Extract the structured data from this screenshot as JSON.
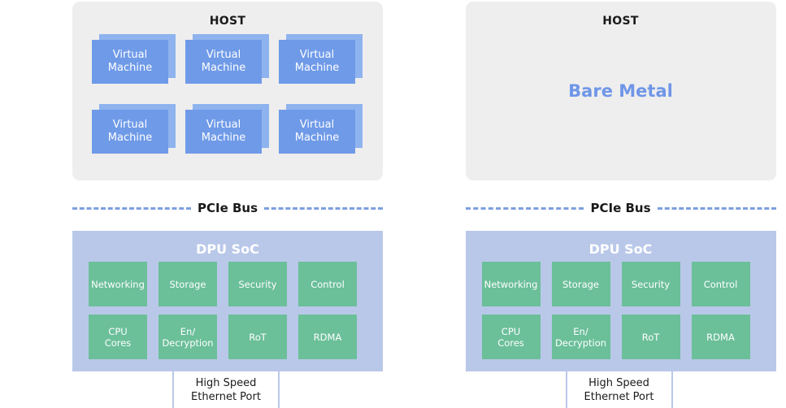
{
  "left_column": {
    "host": {
      "title": "HOST",
      "virtual_machines": [
        {
          "label": "Virtual\nMachine"
        },
        {
          "label": "Virtual\nMachine"
        },
        {
          "label": "Virtual\nMachine"
        },
        {
          "label": "Virtual\nMachine"
        },
        {
          "label": "Virtual\nMachine"
        },
        {
          "label": "Virtual\nMachine"
        }
      ]
    },
    "bus": {
      "label": "PCIe Bus"
    },
    "dpu": {
      "title": "DPU SoC",
      "tiles": [
        {
          "label": "Networking"
        },
        {
          "label": "Storage"
        },
        {
          "label": "Security"
        },
        {
          "label": "Control"
        },
        {
          "label": "CPU\nCores"
        },
        {
          "label": "En/\nDecryption"
        },
        {
          "label": "RoT"
        },
        {
          "label": "RDMA"
        }
      ]
    },
    "ethernet_port": {
      "label": "High Speed\nEthernet Port"
    }
  },
  "right_column": {
    "host": {
      "title": "HOST",
      "bare_metal_label": "Bare Metal"
    },
    "bus": {
      "label": "PCIe Bus"
    },
    "dpu": {
      "title": "DPU SoC",
      "tiles": [
        {
          "label": "Networking"
        },
        {
          "label": "Storage"
        },
        {
          "label": "Security"
        },
        {
          "label": "Control"
        },
        {
          "label": "CPU\nCores"
        },
        {
          "label": "En/\nDecryption"
        },
        {
          "label": "RoT"
        },
        {
          "label": "RDMA"
        }
      ]
    },
    "ethernet_port": {
      "label": "High Speed\nEthernet Port"
    }
  },
  "colors": {
    "host_panel_bg": "#eeeeee",
    "vm_front": "#6f9ae8",
    "vm_back": "#8eb3ee",
    "bare_metal_text": "#6f96e8",
    "bus_dash": "#7d9fe0",
    "dpu_panel_bg": "#b9c8e9",
    "dpu_tile_bg": "#6bbf99",
    "text_dark": "#1a1a1a",
    "text_light": "#ffffff"
  }
}
